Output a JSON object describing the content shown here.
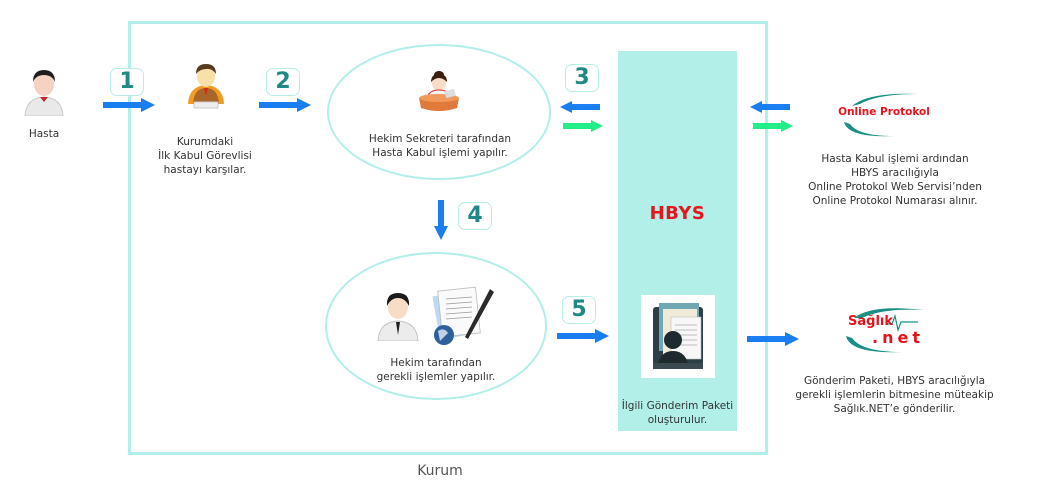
{
  "container": {
    "label": "Kurum"
  },
  "actors": {
    "patient": {
      "label": "Hasta",
      "icon": "patient-icon"
    },
    "reception": {
      "lines": [
        "Kurumdaki",
        "İlk Kabul Görevlisi",
        "hastayı karşılar."
      ],
      "icon": "receptionist-icon"
    },
    "secretary": {
      "lines": [
        "Hekim Sekreteri tarafından",
        "Hasta Kabul işlemi yapılır."
      ],
      "icon": "secretary-icon"
    },
    "doctor": {
      "lines": [
        "Hekim tarafından",
        "gerekli işlemler yapılır."
      ],
      "icon": "doctor-icon"
    }
  },
  "steps": [
    "1",
    "2",
    "3",
    "4",
    "5"
  ],
  "hbys": {
    "title": "HBYS",
    "paket_lines": [
      "İlgili Gönderim Paketi",
      "oluşturulur."
    ],
    "icon": "document-folder-icon"
  },
  "online_protokol": {
    "logo_text": "Online Protokol",
    "lines": [
      "Hasta Kabul işlemi ardından",
      "HBYS aracılığıyla",
      "Online Protokol Web Servisi’nden",
      "Online Protokol Numarası alınır."
    ]
  },
  "saglik_net": {
    "logo_top": "Sağlık",
    "logo_bottom": ".net",
    "lines": [
      "Gönderim Paketi, HBYS aracılığıyla",
      "gerekli işlemlerin bitmesine müteakip",
      "Sağlık.NET’e gönderilir."
    ]
  },
  "colors": {
    "frame": "#b2efe9",
    "arrow_blue": "#1a7ef0",
    "arrow_green": "#22ee88",
    "step_number": "#1f8a85",
    "hbys_red": "#e8141b"
  }
}
